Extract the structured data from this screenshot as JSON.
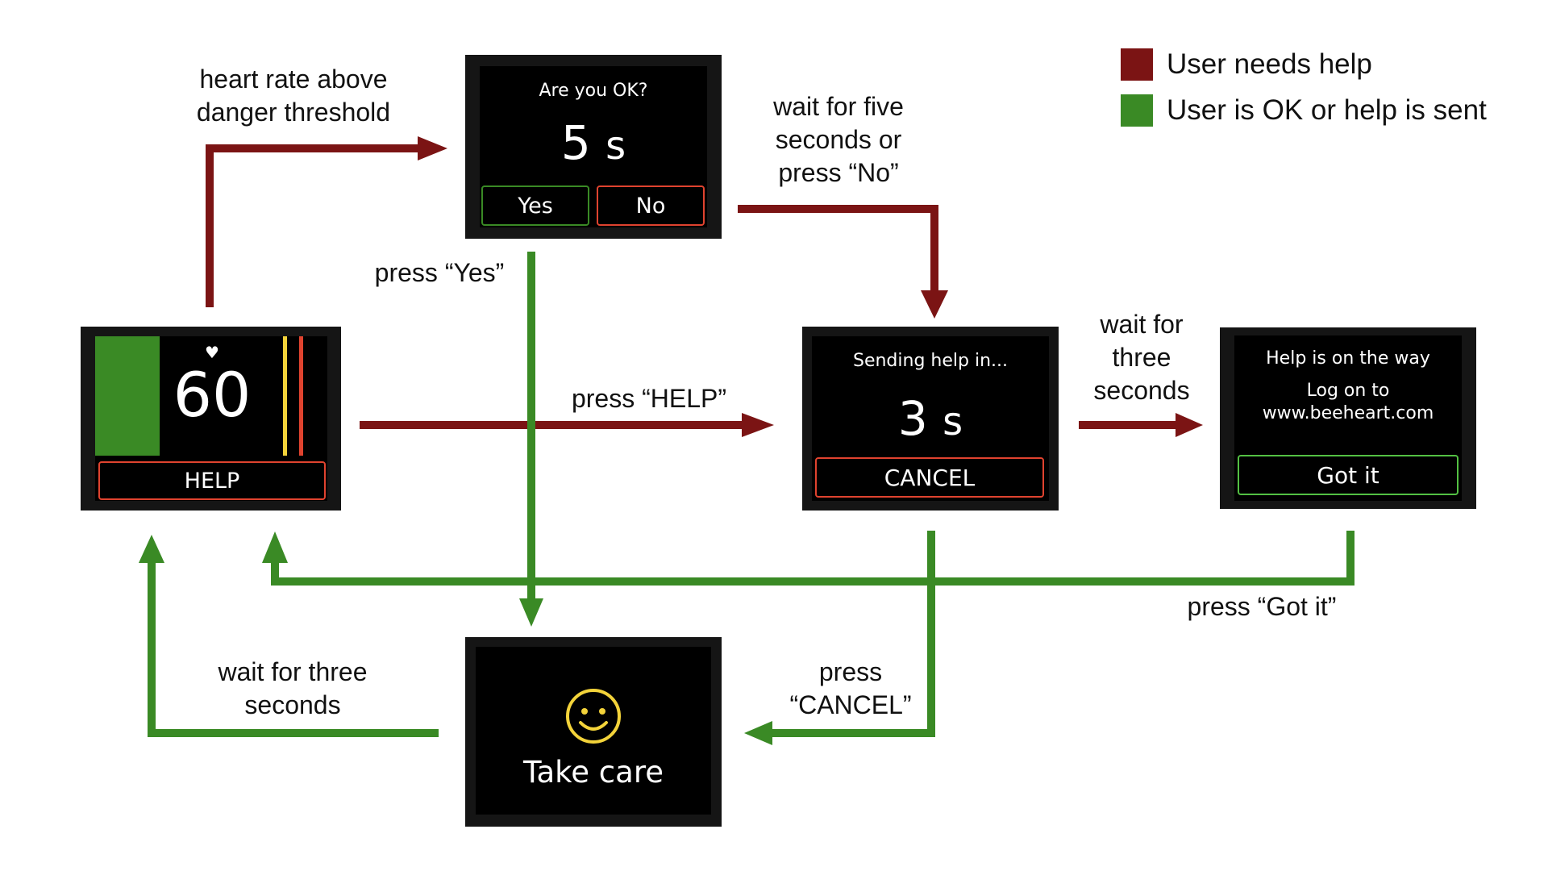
{
  "colors": {
    "help": "#7b1414",
    "ok": "#3a8a25",
    "warn_btn": "#e0432f",
    "ok_btn": "#53c043"
  },
  "legend": {
    "help_label": "User needs help",
    "ok_label": "User is OK or help is sent"
  },
  "screens": {
    "home": {
      "icon": "heart-icon",
      "bpm": "60",
      "button": "HELP"
    },
    "ask": {
      "title": "Are you OK?",
      "countdown": "5",
      "unit": "s",
      "yes": "Yes",
      "no": "No"
    },
    "sending": {
      "title": "Sending help in...",
      "countdown": "3",
      "unit": "s",
      "button": "CANCEL"
    },
    "sent": {
      "title": "Help is on the way",
      "line1": "Log on to",
      "line2": "www.beeheart.com",
      "button": "Got it"
    },
    "care": {
      "icon": "smiley-icon",
      "text": "Take care"
    }
  },
  "labels": {
    "heart_rate_1": "heart rate above",
    "heart_rate_2": "danger threshold",
    "wait_five_1": "wait for five",
    "wait_five_2": "seconds or",
    "wait_five_3": "press “No”",
    "press_yes": "press “Yes”",
    "press_help": "press “HELP”",
    "wait_three_1": "wait for",
    "wait_three_2": "three",
    "wait_three_3": "seconds",
    "press_got_it": "press “Got it”",
    "press_cancel_1": "press",
    "press_cancel_2": "“CANCEL”",
    "wait_three_back_1": "wait for three",
    "wait_three_back_2": "seconds"
  }
}
